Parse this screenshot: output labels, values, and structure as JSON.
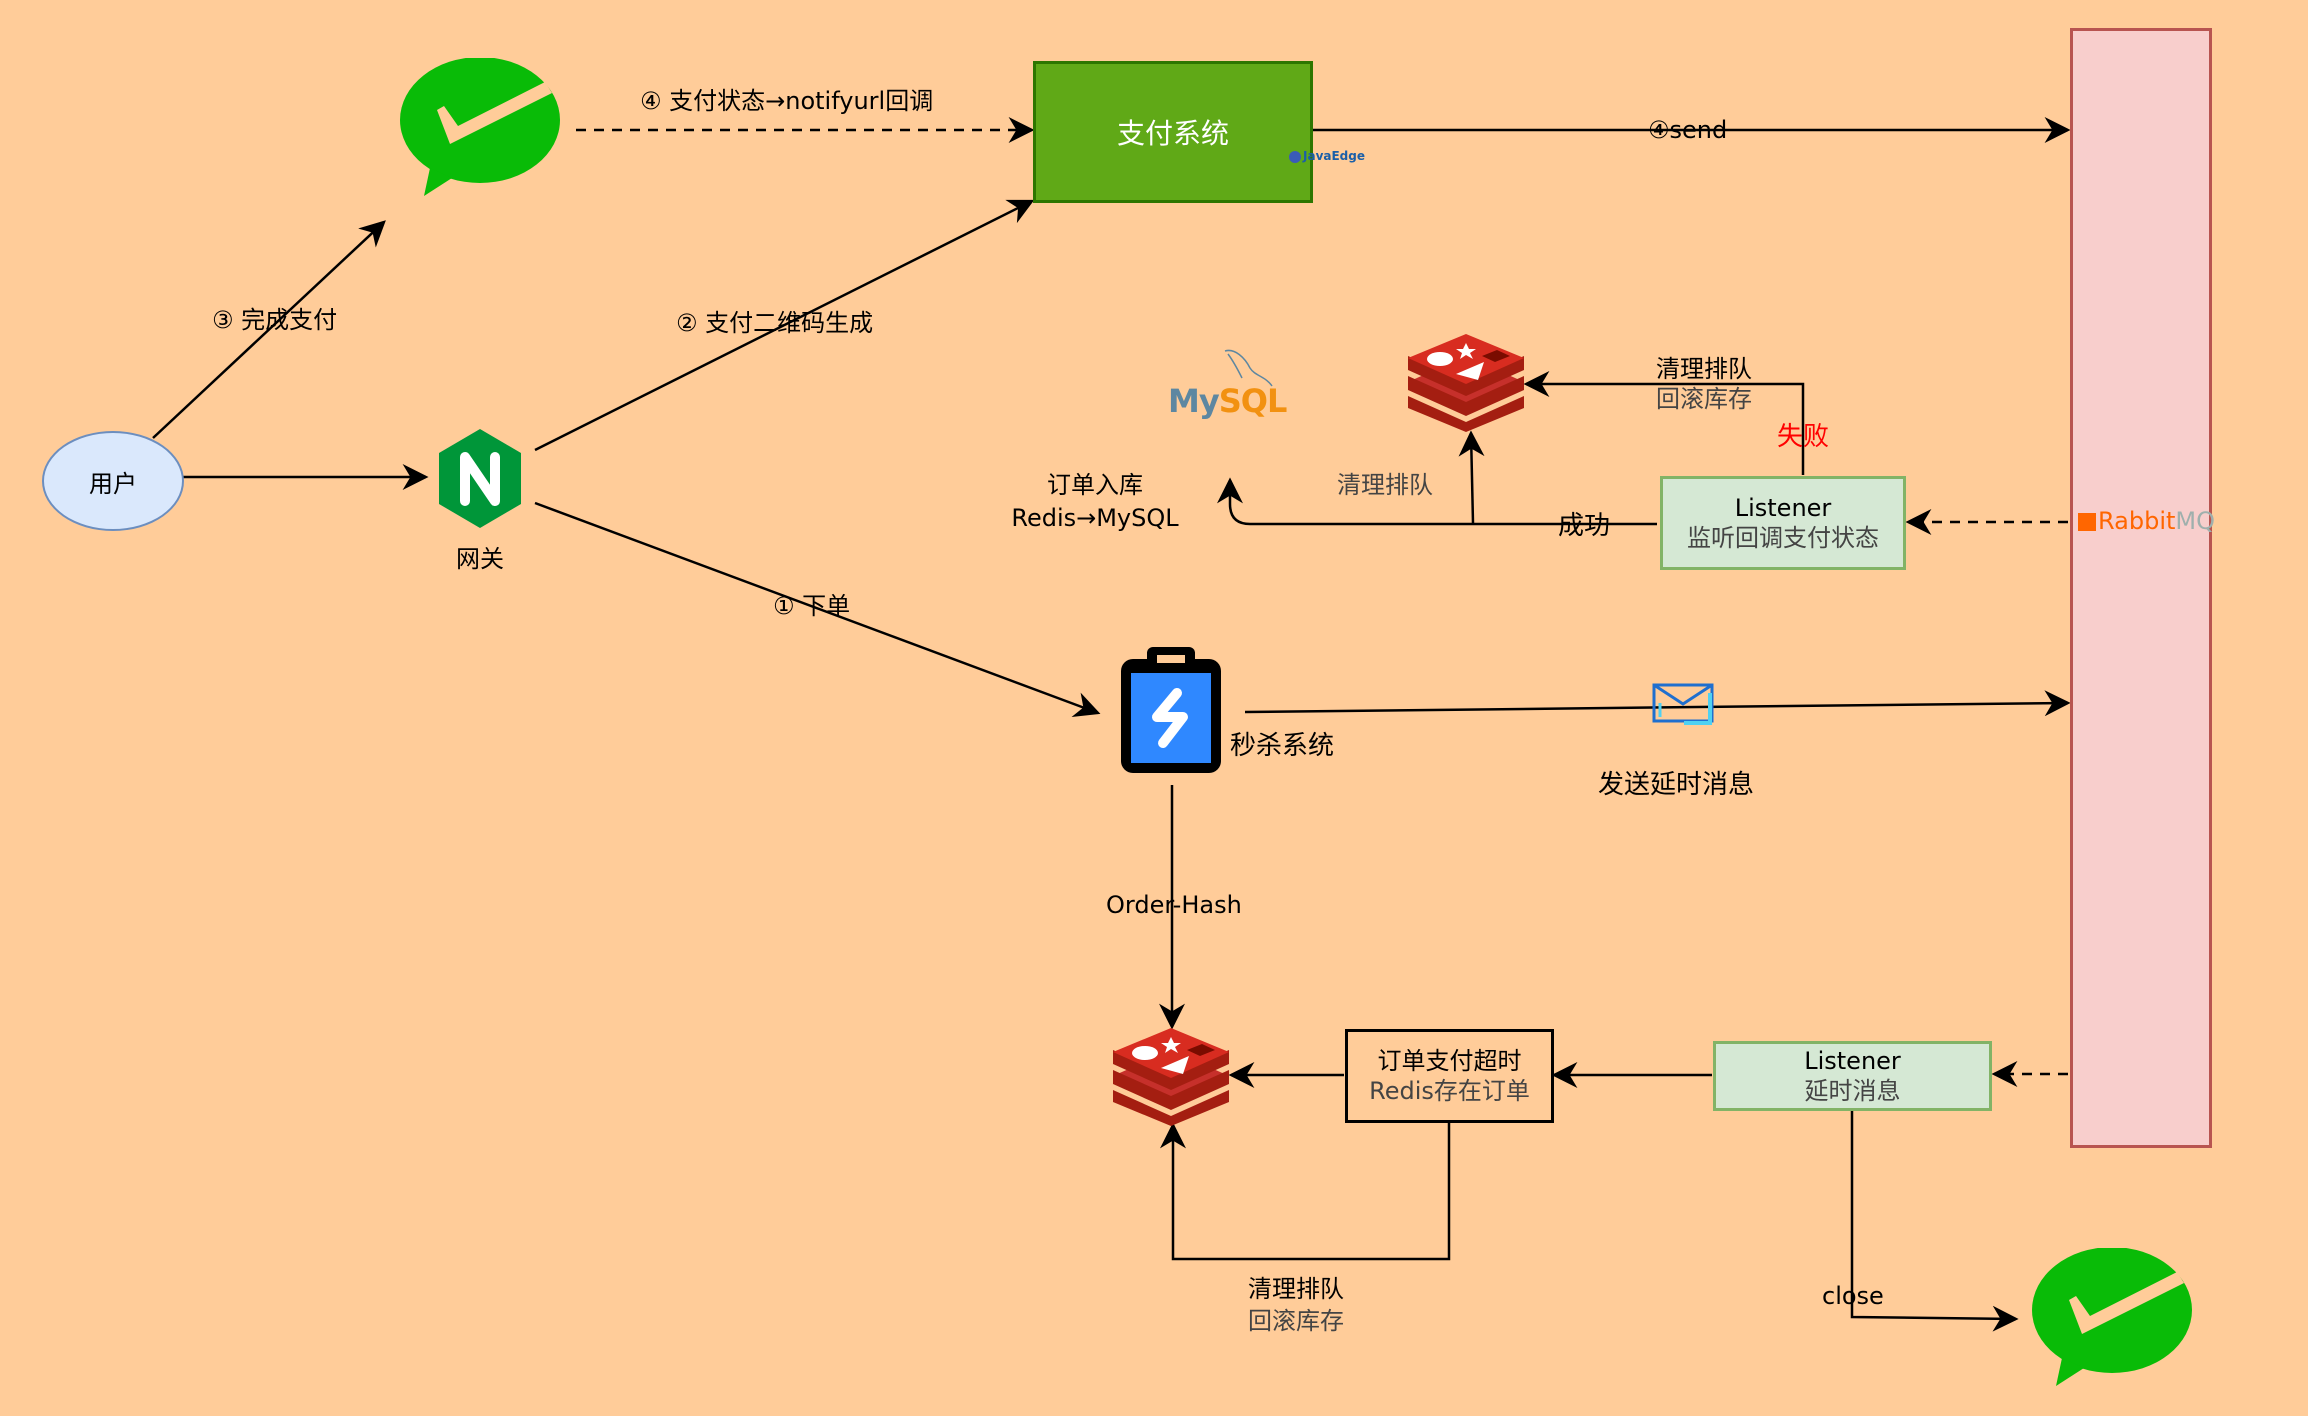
{
  "diagram": {
    "background_color": "#ffcc99",
    "nodes": {
      "user": {
        "label": "用户",
        "fill": "#dae8fc",
        "stroke": "#6c8ebf"
      },
      "gateway": {
        "label": "网关",
        "icon": "nginx-icon",
        "color": "#009639"
      },
      "wechat_top": {
        "icon": "wechat-pay-icon",
        "color": "#09bb07"
      },
      "wechat_bottom": {
        "icon": "wechat-pay-icon",
        "color": "#09bb07"
      },
      "pay_system": {
        "label": "支付系统",
        "fill": "#60a917",
        "stroke": "#2d7600",
        "watermark": "JavaEdge"
      },
      "seckill": {
        "label": "秒杀系统",
        "icon": "clipboard-lightning-icon",
        "color": "#2f88ff"
      },
      "mysql": {
        "label_my": "My",
        "label_sql": "SQL"
      },
      "redis_top": {
        "icon": "redis-icon",
        "color": "#c6302b"
      },
      "redis_bottom": {
        "icon": "redis-icon",
        "color": "#c6302b"
      },
      "listener_callback": {
        "title": "Listener",
        "subtitle": "监听回调支付状态"
      },
      "listener_delay": {
        "title": "Listener",
        "subtitle": "延时消息"
      },
      "timeout_box": {
        "title": "订单支付超时",
        "subtitle": "Redis存在订单"
      },
      "rabbitmq": {
        "logo_rabbit": "Rabbit",
        "logo_mq": "MQ",
        "fill": "#f8cecc",
        "stroke": "#b85450"
      }
    },
    "edge_labels": {
      "complete_payment": "③ 完成支付",
      "notify_callback": "④ 支付状态→notifyurl回调",
      "qr_generate": "② 支付二维码生成",
      "send": "④send",
      "place_order": "① 下单",
      "order_hash": "Order-Hash",
      "send_delay": "发送延时消息",
      "success": "成功",
      "failure": "失败",
      "fail_clean": "清理排队",
      "fail_rollback": "回滚库存",
      "success_clean": "清理排队",
      "order_persist": "订单入库",
      "order_persist_sub": "Redis→MySQL",
      "timeout_clean": "清理排队",
      "timeout_rollback": "回滚库存",
      "close": "close"
    }
  }
}
